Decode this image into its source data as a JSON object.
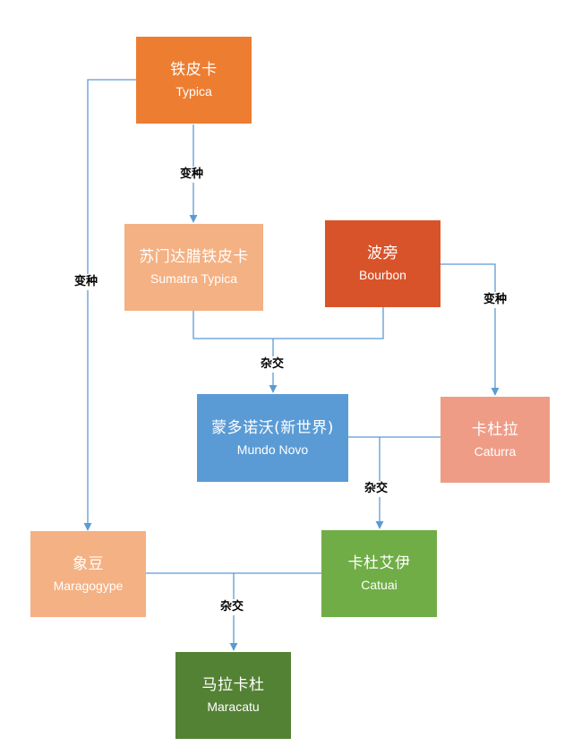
{
  "colors": {
    "orange": "#ED7D31",
    "light_orange": "#F4B183",
    "dark_orange": "#D9532A",
    "blue": "#5B9BD5",
    "salmon": "#EF9C87",
    "green": "#70AD47",
    "dark_green": "#548235",
    "connector": "#5B9BD5"
  },
  "nodes": {
    "typica": {
      "zh": "铁皮卡",
      "en": "Typica"
    },
    "sumatra": {
      "zh": "苏门达腊铁皮卡",
      "en": "Sumatra Typica"
    },
    "bourbon": {
      "zh": "波旁",
      "en": "Bourbon"
    },
    "mundo_novo": {
      "zh": "蒙多诺沃(新世界)",
      "en": "Mundo Novo"
    },
    "caturra": {
      "zh": "卡杜拉",
      "en": "Caturra"
    },
    "maragogype": {
      "zh": "象豆",
      "en": "Maragogype"
    },
    "catuai": {
      "zh": "卡杜艾伊",
      "en": "Catuai"
    },
    "maracatu": {
      "zh": "马拉卡杜",
      "en": "Maracatu"
    }
  },
  "edge_labels": {
    "typica_to_sumatra": "变种",
    "typica_to_maragogype": "变种",
    "bourbon_to_caturra": "变种",
    "cross_to_mundo_novo": "杂交",
    "cross_to_catuai": "杂交",
    "cross_to_maracatu": "杂交"
  }
}
